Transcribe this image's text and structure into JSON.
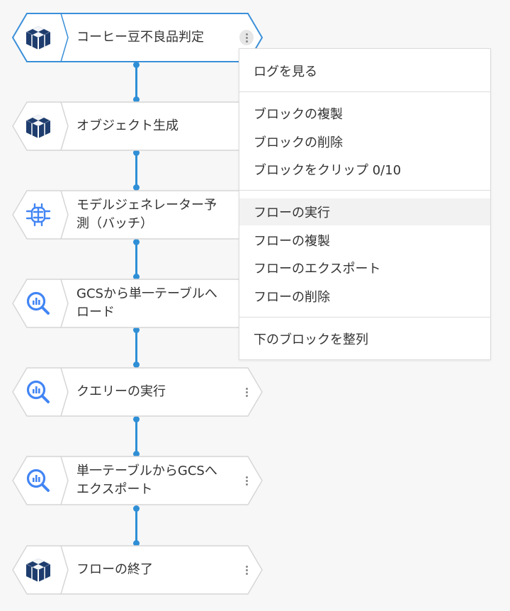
{
  "colors": {
    "connector": "#2f8fd6",
    "selected_outline": "#3a8fd8",
    "block_outline": "#d6d6d6",
    "icon_blue": "#4285f4",
    "icon_navy": "#1e3d6e",
    "menu_hover": "#f2f2f2"
  },
  "flow": {
    "blocks": [
      {
        "label": "コーヒー豆不良品判定",
        "icon": "cube-logo-icon",
        "selected": true
      },
      {
        "label": "オブジェクト生成",
        "icon": "cube-logo-icon"
      },
      {
        "label": "モデルジェネレーター予\n測（バッチ）",
        "icon": "brain-chip-icon"
      },
      {
        "label": "GCSから単一テーブルへ\nロード",
        "icon": "bigquery-icon"
      },
      {
        "label": "クエリーの実行",
        "icon": "bigquery-icon"
      },
      {
        "label": "単一テーブルからGCSへ\nエクスポート",
        "icon": "bigquery-icon"
      },
      {
        "label": "フローの終了",
        "icon": "cube-logo-icon"
      }
    ]
  },
  "context_menu": {
    "groups": [
      {
        "items": [
          {
            "label": "ログを見る"
          }
        ]
      },
      {
        "items": [
          {
            "label": "ブロックの複製"
          },
          {
            "label": "ブロックの削除"
          },
          {
            "label": "ブロックをクリップ 0/10"
          }
        ]
      },
      {
        "items": [
          {
            "label": "フローの実行",
            "hovered": true
          },
          {
            "label": "フローの複製"
          },
          {
            "label": "フローのエクスポート"
          },
          {
            "label": "フローの削除"
          }
        ]
      },
      {
        "items": [
          {
            "label": "下のブロックを整列"
          }
        ]
      }
    ]
  }
}
